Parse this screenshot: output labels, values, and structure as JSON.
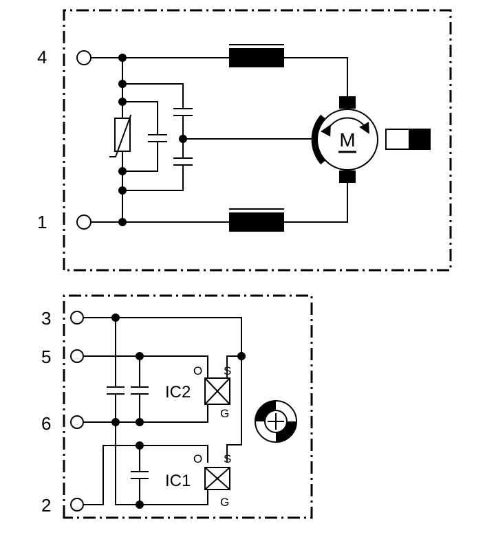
{
  "terminals": {
    "t4": "4",
    "t1": "1",
    "t3": "3",
    "t5": "5",
    "t6": "6",
    "t2": "2"
  },
  "motor": {
    "label": "M"
  },
  "ic2": {
    "label": "IC2",
    "pin_o": "O",
    "pin_s": "S",
    "pin_g": "G"
  },
  "ic1": {
    "label": "IC1",
    "pin_o": "O",
    "pin_s": "S",
    "pin_g": "G"
  }
}
